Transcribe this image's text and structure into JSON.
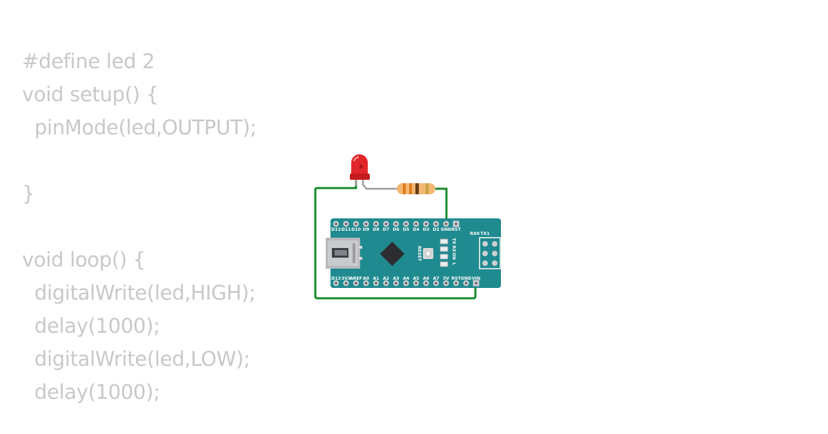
{
  "code_lines": [
    "#define led 2",
    "void setup() {",
    "  pinMode(led,OUTPUT);",
    "",
    "}",
    "",
    "void loop() {",
    "  digitalWrite(led,HIGH);",
    "  delay(1000);",
    "  digitalWrite(led,LOW);",
    "  delay(1000);"
  ],
  "board": {
    "top_pins": [
      "D12",
      "D11",
      "D10",
      "D9",
      "D8",
      "D7",
      "D6",
      "D5",
      "D4",
      "D3",
      "D2",
      "GND",
      "RST"
    ],
    "header_labels": [
      "RX0",
      "TX1"
    ],
    "bottom_pins": [
      "D13",
      "3V3",
      "AREF",
      "A0",
      "A1",
      "A2",
      "A3",
      "A4",
      "A5",
      "A6",
      "A7",
      "5V",
      "RST",
      "GND",
      "VIN"
    ],
    "reset_label": "RESET",
    "led_labels": [
      "TX",
      "RX",
      "ON",
      "L"
    ]
  },
  "colors": {
    "board": "#1f8a8f",
    "wire": "#158a2a",
    "led": "#e0262a",
    "code_text": "#c8c8c8"
  },
  "components": {
    "led": "red-led",
    "resistor": "resistor-orange-bands"
  }
}
